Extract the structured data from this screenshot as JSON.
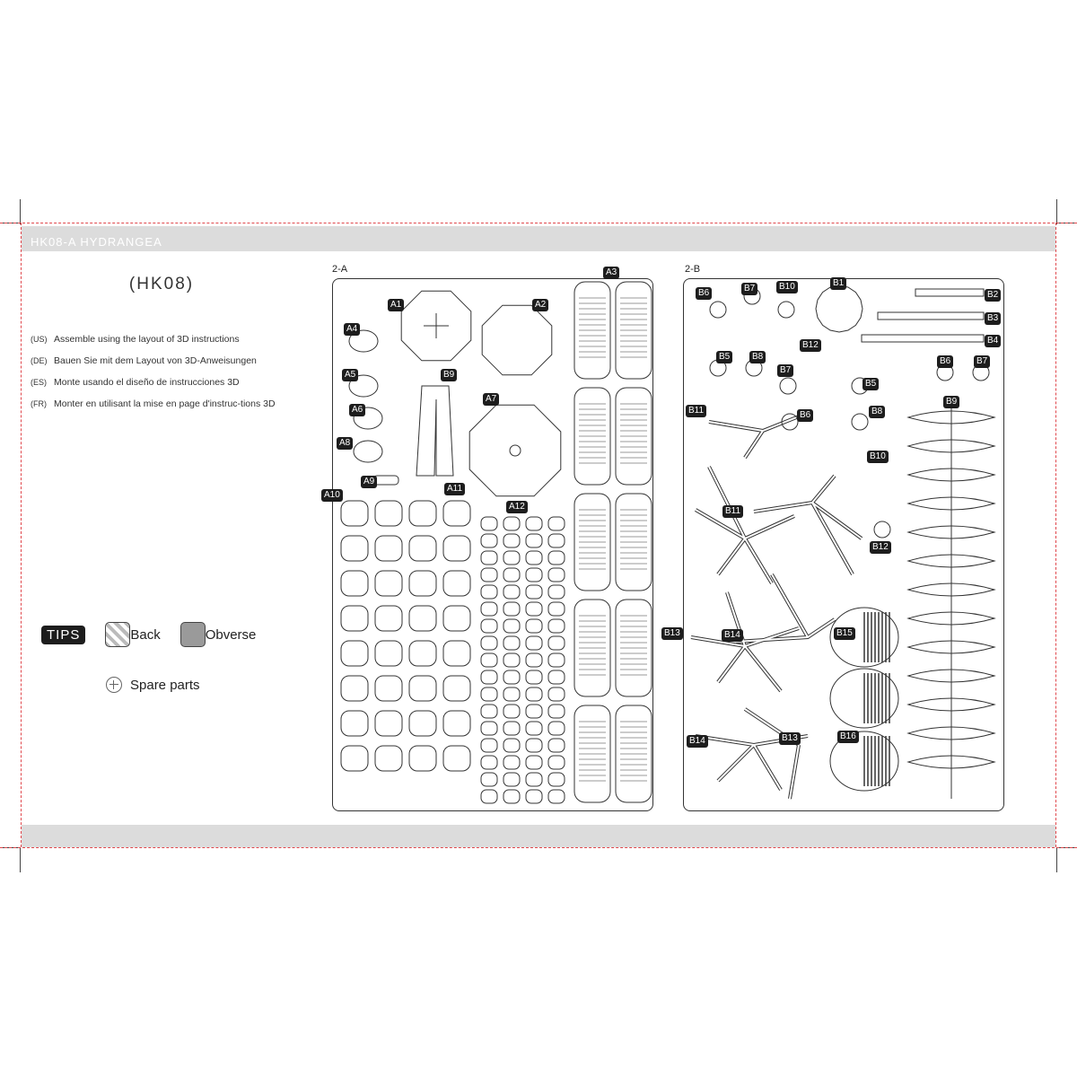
{
  "header": {
    "title": "HK08-A HYDRANGEA"
  },
  "model_code": "(HK08)",
  "instructions": [
    {
      "lang": "(US)",
      "text": "Assemble using the layout of 3D instructions"
    },
    {
      "lang": "(DE)",
      "text": "Bauen Sie mit dem Layout von 3D-Anweisungen"
    },
    {
      "lang": "(ES)",
      "text": "Monte usando el diseño de instrucciones 3D"
    },
    {
      "lang": "(FR)",
      "text": "Monter en utilisant la mise en page d'instruc-tions 3D"
    }
  ],
  "legend": {
    "tips": "TIPS",
    "back": "Back",
    "obverse": "Obverse",
    "spare": "Spare parts"
  },
  "panels": {
    "a": {
      "label": "2-A"
    },
    "b": {
      "label": "2-B"
    }
  },
  "parts_a": [
    "A1",
    "A2",
    "A3",
    "A4",
    "A5",
    "A6",
    "A7",
    "A8",
    "A9",
    "A10",
    "A11",
    "A12",
    "B9"
  ],
  "parts_b": [
    "B1",
    "B2",
    "B3",
    "B4",
    "B5",
    "B5",
    "B6",
    "B6",
    "B6",
    "B7",
    "B7",
    "B7",
    "B8",
    "B8",
    "B9",
    "B10",
    "B10",
    "B11",
    "B11",
    "B12",
    "B12",
    "B13",
    "B13",
    "B14",
    "B14",
    "B15",
    "B16"
  ],
  "colors": {
    "crop_line": "#e0474c",
    "band": "#dcdcdc",
    "tag": "#1d1d1d"
  }
}
